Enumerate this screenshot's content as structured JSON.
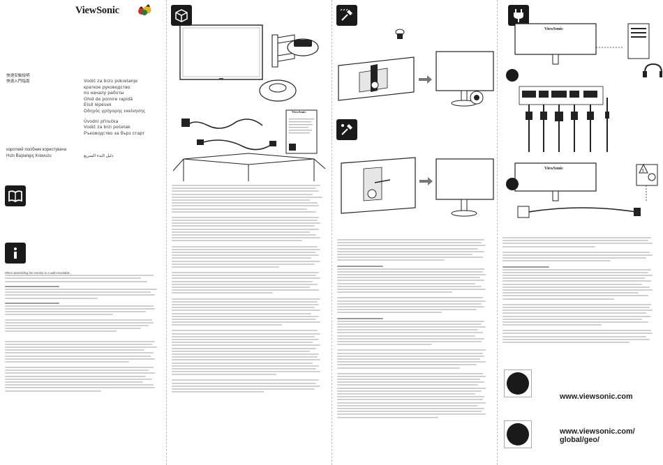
{
  "brand": {
    "name": "ViewSonic"
  },
  "quickstart": {
    "cjk_titles": [
      "快速安裝說明",
      "快速入門指南"
    ],
    "languages_col1": [
      "Vodič za brzo pokretanje",
      "краткое руководство",
      "по началу работы",
      "Ghid de pornire rapidă",
      "Első lépések",
      "Οδηγός γρήγορης εκκίνησης"
    ],
    "languages_col2": [
      "Úvodní příručka",
      "Vodič za brzi početak",
      "Ръководство за бърз старт"
    ],
    "languages_col3": [
      "короткий посібник користувача",
      "Hızlı Başlangıç Kılavuzu"
    ],
    "arabic": "دليل البدء السريع"
  },
  "box_contents": {
    "card_brand": "ViewSonic"
  },
  "icons": {
    "info": "info-icon",
    "manual": "book-icon",
    "package": "box-icon",
    "install": "screwdriver-icon",
    "install2": "wrench-icon",
    "power": "plug-icon"
  },
  "connection_sections": {
    "badge_a": "",
    "badge_b": ""
  },
  "panel1_head": "When assembling the monitor to a wall-mountable...",
  "urls": {
    "main": "www.viewsonic.com",
    "global_line1": "www.viewsonic.com/",
    "global_line2": "global/geo/"
  }
}
